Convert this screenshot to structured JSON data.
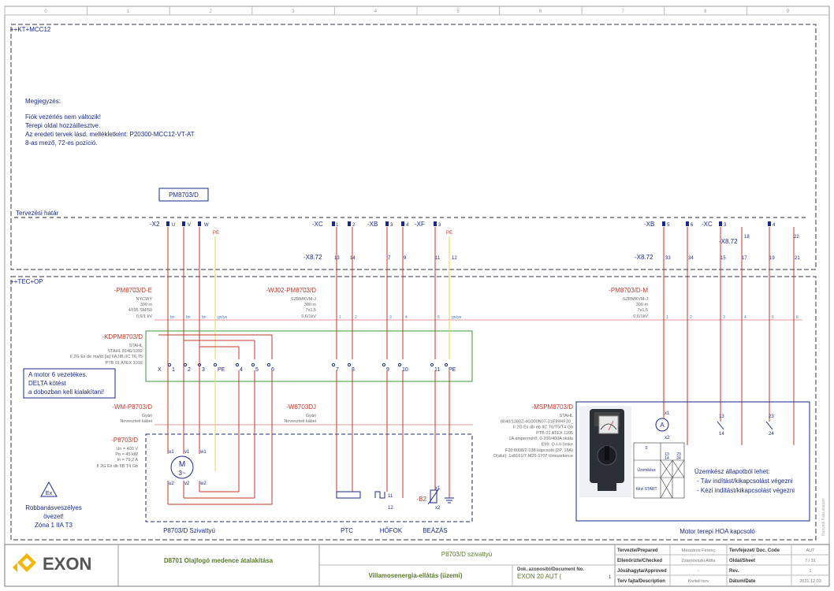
{
  "frame": {
    "column_numbers": [
      "0",
      "1",
      "2",
      "3",
      "4",
      "5",
      "6",
      "7",
      "8",
      "9"
    ]
  },
  "top_panel": {
    "label": "++KT+MCC12",
    "note_lines": [
      "Megjegyzés:",
      "Fiók vezérlés nem változik!",
      "Terepi oldal hozzáillesztve.",
      "Az eredeti tervek lásd. mellékletként: P20300-MCC12-VT-AT",
      "8-as mező, 72-es pozíció."
    ],
    "tag_box": "PM8703/D",
    "boundary": "Tervezési határ"
  },
  "terminals": {
    "x2": "-X2",
    "x2_pins": [
      "U",
      "V",
      "W"
    ],
    "pe": "PE",
    "xc": "-XC",
    "xc_pins": [
      "1",
      "2"
    ],
    "xb": "-XB",
    "xb_pins": [
      "3",
      "4"
    ],
    "xf": "-XF",
    "xf_pins": [
      "3"
    ],
    "x872": "-X8.72",
    "x872_pins": [
      "13",
      "14",
      "7",
      "9",
      "11",
      "12"
    ],
    "right_xb": "-XB",
    "right_xb_pins": [
      "5",
      "6"
    ],
    "right_xc": "-XC",
    "right_xc_pins": [
      "3"
    ],
    "right_pin_4": "4",
    "right_x872_upper": "-X8.72",
    "right_pins_upper": [
      "18",
      "22"
    ],
    "right_x872_lower": "-X8.72",
    "right_x872_pins": [
      "33",
      "34",
      "15",
      "17",
      "19",
      "21"
    ]
  },
  "bottom_panel": {
    "label": "++TEC+OP",
    "cable1": {
      "tag": "-PM8703/D-E",
      "lines": [
        "NYCWY",
        "300 m",
        "4X95 SM/50",
        "0,6/1 kV"
      ],
      "cores": [
        "bn",
        "bn",
        "bn",
        "gn/ye"
      ]
    },
    "cable2": {
      "tag": "-WJ02-PM8703/D",
      "lines": [
        "SZRMKVM-J",
        "300 m",
        "7x1,5",
        "0,6/1kV"
      ],
      "cores": [
        "1",
        "2",
        "3",
        "4",
        "5",
        "gn/ye"
      ]
    },
    "cable3": {
      "tag": "-PM8703/D-M",
      "lines": [
        "SZRMKVM-J",
        "300 m",
        "7x1,5",
        "0,6/1kV"
      ],
      "cores": [
        "1",
        "2",
        "3",
        "4",
        "5",
        "6"
      ]
    },
    "junction": {
      "tag": "-KDPM8703/D",
      "lines": [
        "STAHL",
        "STAHL 8146/1092",
        "II 2G Ex de ma/ib [ia] IIA,IIB,IIC T6,T5",
        "PTB 01 ATEX 1016"
      ],
      "terminals": [
        "X",
        "1",
        "2",
        "3",
        "PE",
        "4",
        "5",
        "6",
        "7",
        "8",
        "9",
        "10",
        "11",
        "PE"
      ]
    },
    "note_box": [
      "A motor 6 vezetékes.",
      "DELTA kötést",
      "a dobozban kell kialakítani!"
    ],
    "internal1": {
      "tag": "-WM-P8703/D",
      "lines": [
        "Gyári",
        "Novesztett kábel"
      ]
    },
    "internal2": {
      "tag": "-W8703DJ",
      "lines": [
        "Gyári",
        "Novesztett kábel"
      ]
    },
    "motor": {
      "tag": "-P8703/D",
      "lines": [
        "Un = 400 V",
        "Pn = 45 kW",
        "In = 79,2 A",
        "II 2G Ex db IIB T4 Gb"
      ],
      "terminals": [
        "u1",
        "v1",
        "w1",
        "u2",
        "v2",
        "w2"
      ],
      "symbol": "M",
      "symbol_sub": "3~"
    },
    "ex_badge": "Ex",
    "hazard_text": [
      "Robbanásveszélyes",
      "övezet!",
      "Zóna 1 IIA T3"
    ],
    "device_labels": [
      "P8703/D Szivattyú",
      "PTC",
      "HŐFOK",
      "BEÁZÁS"
    ],
    "b2_tag": "-B2",
    "sensor_pins": [
      "11",
      "12",
      "x1",
      "x2"
    ],
    "station": {
      "tag": "-MSPM8703/D",
      "lines": [
        "STAHL",
        "8040/1380Z-4G000N07-31E99HF20_",
        "II 2G Ex db eb IIC T6/T5/T4 Gb",
        "PTB 01 ATEX 1105",
        "1A ampermérő, 0-200/400A skála",
        "E99: O-I-II ömke",
        "F20:8008/2-038 kapcsoló (2P, 16A)",
        "D(alul): 1x8161/7-M25-1707 tömszelence"
      ]
    },
    "ammeter": "A",
    "contacts": [
      "x1",
      "x2",
      "13",
      "14",
      "23",
      "24"
    ],
    "mini_table": [
      "0",
      "Üzemkész",
      "Kézi START",
      "13",
      "14",
      "23",
      "24"
    ],
    "ready_text": [
      "Üzemkész állapotból lehet:",
      "- Táv indítást/kikapcsolást végezni",
      "- Kézi indítást/kikapcsolást végezni"
    ],
    "caption": "Motor terepi HOA kapcsoló"
  },
  "title_block": {
    "brand": "EXON",
    "project": "D8701 Olajfogó medence átalakítása",
    "equipment": "P8703/D szivattyú",
    "section": "Villamosenergia-ellátás (üzemi)",
    "doc_label": "Dok. azonosító/Document No.",
    "doc_number": "EXON 20 AUT (",
    "doc_suffix": "1",
    "rows": [
      {
        "label": "Tervezte/Prepared",
        "value": "Mészáros Ferenc",
        "label2": "Tervfejezet/ Doc. Code",
        "value2": "AUT"
      },
      {
        "label": "Ellenőrizte/Checked",
        "value": "Zsarnovszki Attila",
        "label2": "Oldal/Sheet",
        "value2": "7 / 31"
      },
      {
        "label": "Jóváhagyta/Approved",
        "value": "-",
        "label2": "Rev.",
        "value2": "1"
      },
      {
        "label": "Terv fajta/Description",
        "value": "Kiviteli terv",
        "label2": "Dátum/Date",
        "value2": "2021.12.03"
      }
    ]
  },
  "side_text": "Hunyadi Kata alapján"
}
